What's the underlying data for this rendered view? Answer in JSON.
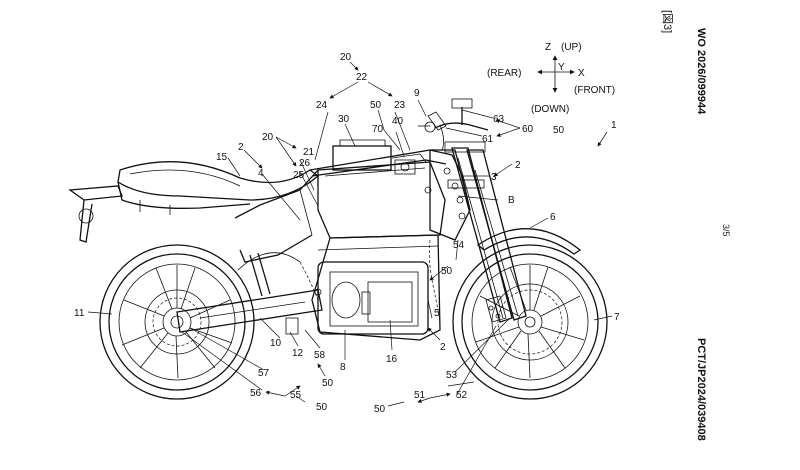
{
  "header": {
    "figure_label": "[図3]",
    "publication_number": "WO 2026/099944",
    "page_number": "3/5",
    "application_number": "PCT/JP2024/039408"
  },
  "axes_legend": {
    "z_label": "Z",
    "up_label": "(UP)",
    "y_label": "Y",
    "rear_label": "(REAR)",
    "x_label": "X",
    "front_label": "(FRONT)",
    "down_label": "(DOWN)"
  },
  "reference_numerals": [
    {
      "id": "n20a",
      "text": "20"
    },
    {
      "id": "n22",
      "text": "22"
    },
    {
      "id": "n24",
      "text": "24"
    },
    {
      "id": "n23",
      "text": "23"
    },
    {
      "id": "n50a",
      "text": "50"
    },
    {
      "id": "n70",
      "text": "70"
    },
    {
      "id": "n40",
      "text": "40"
    },
    {
      "id": "n9",
      "text": "9"
    },
    {
      "id": "n30",
      "text": "30"
    },
    {
      "id": "n63",
      "text": "63"
    },
    {
      "id": "n61",
      "text": "61"
    },
    {
      "id": "n60",
      "text": "60"
    },
    {
      "id": "n50b",
      "text": "50"
    },
    {
      "id": "n1",
      "text": "1"
    },
    {
      "id": "n20b",
      "text": "20"
    },
    {
      "id": "n21",
      "text": "21"
    },
    {
      "id": "n26",
      "text": "26"
    },
    {
      "id": "n25",
      "text": "25"
    },
    {
      "id": "n2a",
      "text": "2"
    },
    {
      "id": "n4",
      "text": "4"
    },
    {
      "id": "n15",
      "text": "15"
    },
    {
      "id": "n2b",
      "text": "2"
    },
    {
      "id": "n3",
      "text": "3"
    },
    {
      "id": "nB",
      "text": "B"
    },
    {
      "id": "n6",
      "text": "6"
    },
    {
      "id": "n54",
      "text": "54"
    },
    {
      "id": "n50c",
      "text": "50"
    },
    {
      "id": "n11",
      "text": "11"
    },
    {
      "id": "n7",
      "text": "7"
    },
    {
      "id": "n5",
      "text": "5"
    },
    {
      "id": "n2c",
      "text": "2"
    },
    {
      "id": "n10",
      "text": "10"
    },
    {
      "id": "n12",
      "text": "12"
    },
    {
      "id": "n58",
      "text": "58"
    },
    {
      "id": "n8",
      "text": "8"
    },
    {
      "id": "n16",
      "text": "16"
    },
    {
      "id": "n57",
      "text": "57"
    },
    {
      "id": "n50d",
      "text": "50"
    },
    {
      "id": "n56",
      "text": "56"
    },
    {
      "id": "n55",
      "text": "55"
    },
    {
      "id": "n50e",
      "text": "50"
    },
    {
      "id": "n53",
      "text": "53"
    },
    {
      "id": "n51",
      "text": "51"
    },
    {
      "id": "n52",
      "text": "52"
    },
    {
      "id": "n50f",
      "text": "50"
    }
  ]
}
